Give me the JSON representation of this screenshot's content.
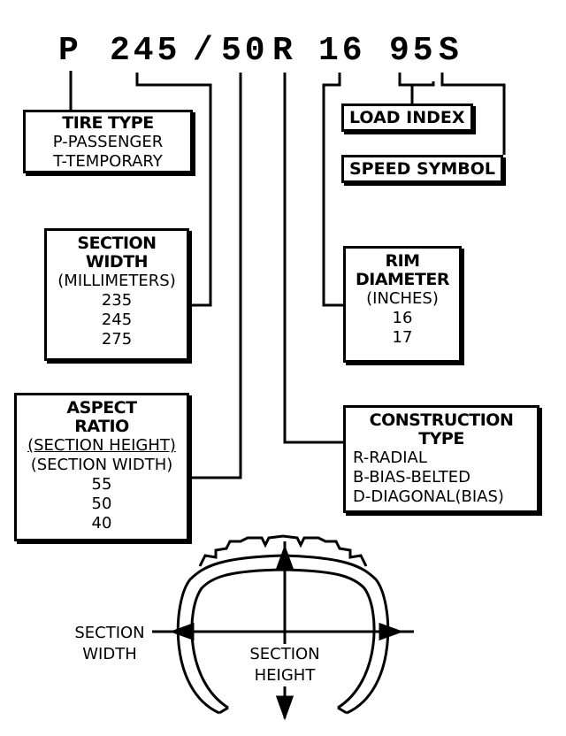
{
  "code": [
    "P",
    "245",
    "/",
    "50",
    "R",
    "16",
    "95",
    "S"
  ],
  "tire_type": {
    "title": "TIRE TYPE",
    "lines": [
      "P-PASSENGER",
      "T-TEMPORARY"
    ]
  },
  "section_width": {
    "title": [
      "SECTION",
      "WIDTH"
    ],
    "unit": "(MILLIMETERS)",
    "values": [
      "235",
      "245",
      "275"
    ]
  },
  "aspect_ratio": {
    "title": [
      "ASPECT",
      "RATIO"
    ],
    "numerator": "(SECTION HEIGHT)",
    "denominator": "(SECTION WIDTH)",
    "values": [
      "55",
      "50",
      "40"
    ]
  },
  "load_index": "LOAD INDEX",
  "speed_symbol": "SPEED SYMBOL",
  "rim_diameter": {
    "title": [
      "RIM",
      "DIAMETER"
    ],
    "unit": "(INCHES)",
    "values": [
      "16",
      "17"
    ]
  },
  "construction_type": {
    "title": [
      "CONSTRUCTION",
      "TYPE"
    ],
    "lines": [
      "R-RADIAL",
      "B-BIAS-BELTED",
      "D-DIAGONAL(BIAS)"
    ]
  },
  "tire_labels": {
    "section_width": [
      "SECTION",
      "WIDTH"
    ],
    "section_height": [
      "SECTION",
      "HEIGHT"
    ]
  }
}
